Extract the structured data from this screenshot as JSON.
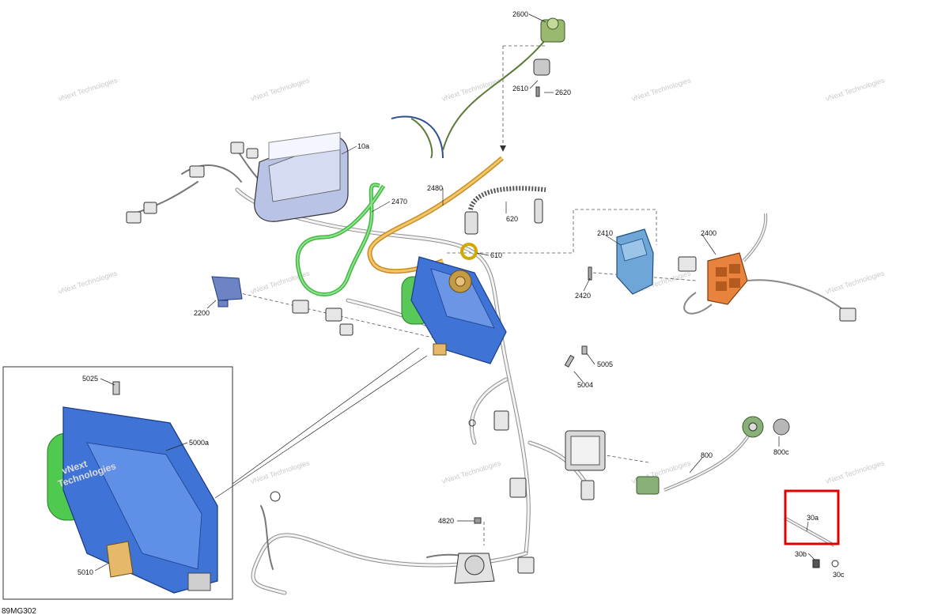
{
  "diagram_code": "89MG302",
  "watermark_line1": "vNext",
  "watermark_line2": "Technologies",
  "watermark_full": "vNext Technologies",
  "highlight_color": "#e00000",
  "part_labels": {
    "p2600": "2600",
    "p2610": "2610",
    "p2620": "2620",
    "p10a": "10a",
    "p2480": "2480",
    "p2470": "2470",
    "p620": "620",
    "p610": "610",
    "p2410": "2410",
    "p2400": "2400",
    "p2420": "2420",
    "p2200": "2200",
    "p5025": "5025",
    "p5000a": "5000a",
    "p5010": "5010",
    "p5005": "5005",
    "p5004": "5004",
    "p800": "800",
    "p800c": "800c",
    "p30a": "30a",
    "p30b": "30b",
    "p30c": "30c",
    "p4820": "4820"
  },
  "colors": {
    "display": "#b9c3e6",
    "green_hose": "#5fd05f",
    "orange_hose": "#e6b04c",
    "ecu_blue": "#3f74d6",
    "module_blue": "#6fa6d8",
    "switch_orange": "#e9823c",
    "sensor_green": "#8ab07a"
  }
}
